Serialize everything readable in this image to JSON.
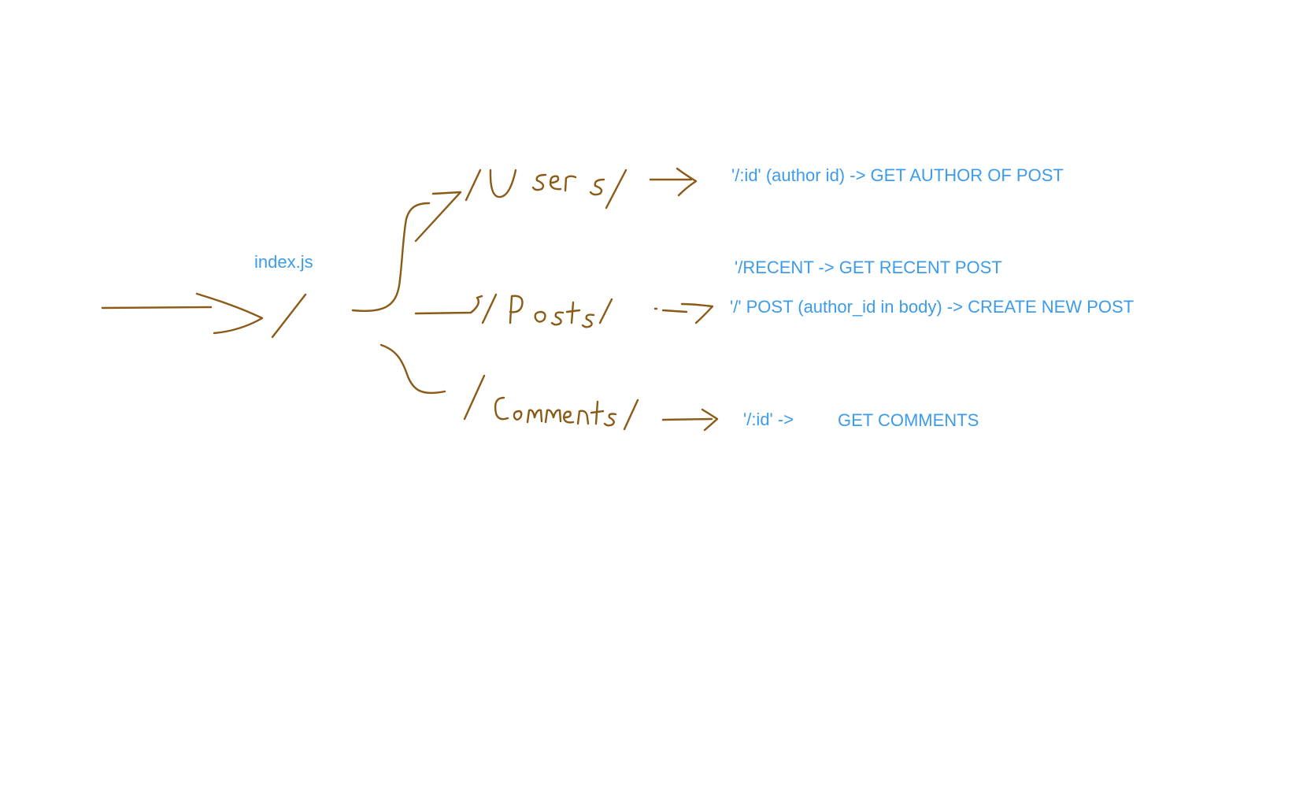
{
  "colors": {
    "ink": "#8B5A16",
    "typed_text": "#3D9BE9",
    "background": "#FFFFFF"
  },
  "entry": {
    "file_label": "index.js",
    "root_path": "/"
  },
  "routes": [
    {
      "path": "/users/",
      "endpoints": [
        "'/:id' (author id) -> GET AUTHOR OF POST"
      ]
    },
    {
      "path": "/posts/",
      "endpoints": [
        "'/RECENT ->  GET RECENT POST",
        "'/' POST (author_id in body) -> CREATE NEW POST"
      ]
    },
    {
      "path": "/comments/",
      "endpoints": [
        "'/:id' ->",
        "GET COMMENTS"
      ]
    }
  ]
}
